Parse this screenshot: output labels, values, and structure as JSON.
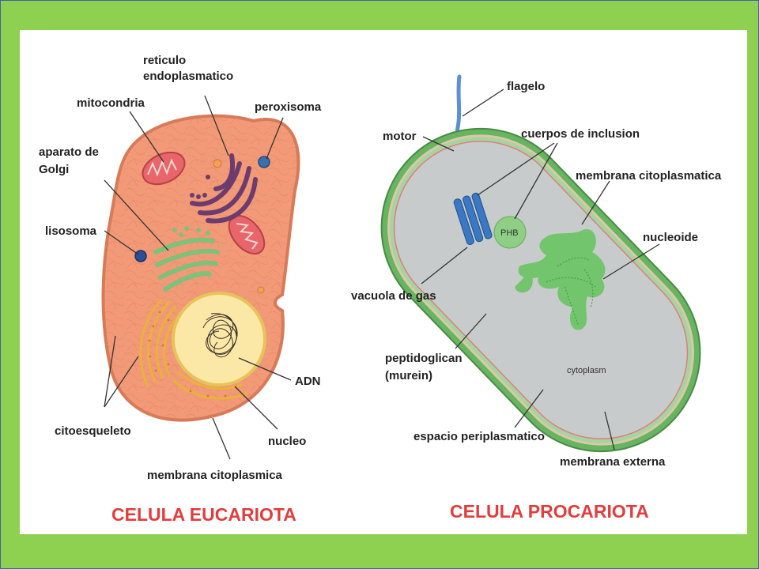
{
  "colors": {
    "background": "#8ed04f",
    "panel": "#ffffff",
    "title": "#e23c3c",
    "euk_cytoplasm": "#f29a78",
    "prok_capsule": "#67b560"
  },
  "eukaryote": {
    "title": "CELULA EUCARIOTA",
    "labels": {
      "reticulo_1": "reticulo",
      "reticulo_2": "endoplasmatico",
      "mitocondria": "mitocondria",
      "peroxisoma": "peroxisoma",
      "golgi_1": "aparato de",
      "golgi_2": "Golgi",
      "lisosoma": "lisosoma",
      "citoesqueleto": "citoesqueleto",
      "adn": "ADN",
      "nucleo": "nucleo",
      "membrana": "membrana citoplasmica"
    }
  },
  "prokaryote": {
    "title": "CELULA PROCARIOTA",
    "labels": {
      "flagelo": "flagelo",
      "motor": "motor",
      "cuerpos": "cuerpos de inclusion",
      "membrana_citoplasmatica": "membrana citoplasmatica",
      "nucleoide": "nucleoide",
      "vacuola": "vacuola de gas",
      "peptido_1": "peptidoglican",
      "peptido_2": "(murein)",
      "espacio": "espacio periplasmatico",
      "membrana_externa": "membrana externa",
      "phb": "PHB",
      "cytoplasm": "cytoplasm"
    }
  }
}
